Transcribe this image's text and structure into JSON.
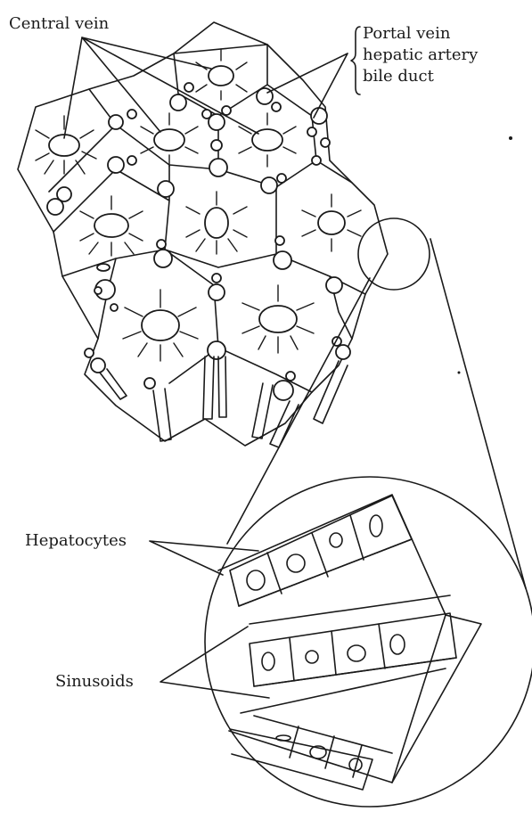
{
  "labels": {
    "central_vein": "Central vein",
    "portal_triad": [
      "Portal vein",
      "hepatic artery",
      "bile duct"
    ],
    "hepatocytes": "Hepatocytes",
    "sinusoids": "Sinusoids"
  },
  "colors": {
    "ink": "#1a1a1a",
    "paper": "#ffffff"
  }
}
